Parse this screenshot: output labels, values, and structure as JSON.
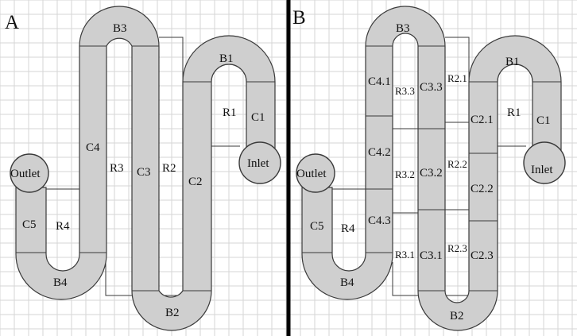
{
  "panels": [
    {
      "letter": "A",
      "labels": {
        "B1": "B1",
        "B2": "B2",
        "B3": "B3",
        "B4": "B4",
        "C1": "C1",
        "C2": "C2",
        "C3": "C3",
        "C4": "C4",
        "C5": "C5",
        "R1": "R1",
        "R2": "R2",
        "R3": "R3",
        "R4": "R4",
        "inlet": "Inlet",
        "outlet": "Outlet"
      }
    },
    {
      "letter": "B",
      "labels": {
        "B1": "B1",
        "B2": "B2",
        "B3": "B3",
        "B4": "B4",
        "C1": "C1",
        "C5": "C5",
        "R1": "R1",
        "R4": "R4",
        "C2_1": "C2.1",
        "C2_2": "C2.2",
        "C2_3": "C2.3",
        "C3_1": "C3.1",
        "C3_2": "C3.2",
        "C3_3": "C3.3",
        "C4_1": "C4.1",
        "C4_2": "C4.2",
        "C4_3": "C4.3",
        "R2_1": "R2.1",
        "R2_2": "R2.2",
        "R2_3": "R2.3",
        "R3_1": "R3.1",
        "R3_2": "R3.2",
        "R3_3": "R3.3",
        "inlet": "Inlet",
        "outlet": "Outlet"
      }
    }
  ]
}
